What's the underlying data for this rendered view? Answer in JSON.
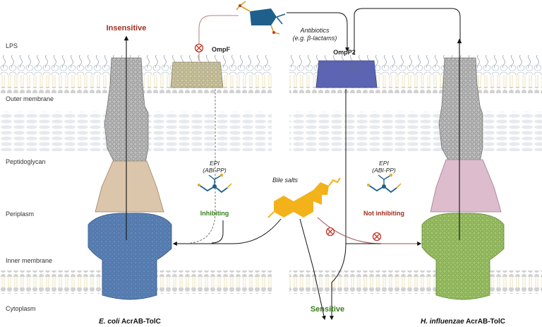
{
  "layers": {
    "lps": "LPS",
    "outer_membrane": "Outer membrane",
    "peptidoglycan": "Peptidoglycan",
    "periplasm": "Periplasm",
    "inner_membrane": "Inner membrane",
    "cytoplasm": "Cytoplasm"
  },
  "labels": {
    "insensitive": "Insensitive",
    "sensitive": "Sensitive",
    "ompf": "OmpF",
    "ompp2": "OmpP2",
    "antibiotics_line1": "Antibiotics",
    "antibiotics_line2": "(e.g. β-lactams)",
    "bile_salts": "Bile salts",
    "epi_left_line1": "EPI",
    "epi_left_line2": "(ABI-PP)",
    "inhibiting": "Inhibiting",
    "epi_right_line1": "EPI",
    "epi_right_line2": "(ABI-PP)",
    "not_inhibiting": "Not inhibiting",
    "ecoli_species": "E. coli",
    "ecoli_complex": " AcrAB-TolC",
    "hinfluenzae_species": "H. influenzae",
    "hinfluenzae_complex": " AcrAB-TolC"
  },
  "colors": {
    "insensitive": "#a0301f",
    "sensitive": "#3c7d1e",
    "inhibiting": "#3c7d1e",
    "not_inhibiting": "#a0301f",
    "block_mark": "#c0392b",
    "ompf": "#c9c39a",
    "ompp2": "#5a63b8",
    "acrb_left": "#5e84b8",
    "acrb_right": "#9ec26b",
    "tolc": "#b9b9b9",
    "acra_left": "#d8c2a7",
    "acra_right": "#d9b7c9",
    "bile_salt": "#f3b21a",
    "antibiotic": "#1f5f8c"
  }
}
